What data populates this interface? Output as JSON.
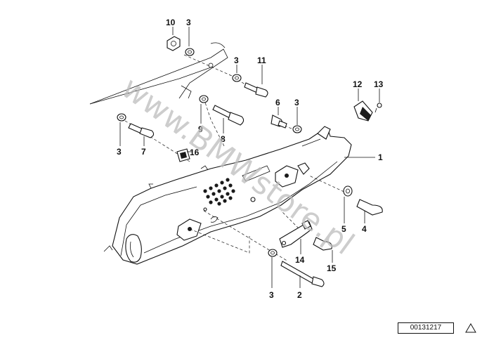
{
  "diagram": {
    "callouts": [
      "10",
      "3",
      "3",
      "11",
      "12",
      "13",
      "6",
      "3",
      "1",
      "3",
      "7",
      "9",
      "8",
      "16",
      "5",
      "4",
      "14",
      "15",
      "3",
      "2"
    ],
    "watermark": "www.BMWstore.pl",
    "reference_number": "00131217"
  },
  "icons": {
    "warning": "warning-triangle-icon"
  }
}
